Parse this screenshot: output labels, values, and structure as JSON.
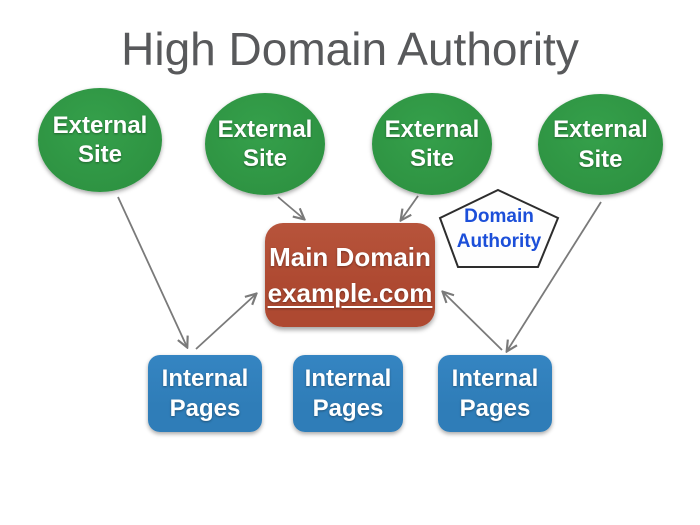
{
  "title": "High Domain Authority",
  "nodes": {
    "external_sites": [
      {
        "line1": "External",
        "line2": "Site"
      },
      {
        "line1": "External",
        "line2": "Site"
      },
      {
        "line1": "External",
        "line2": "Site"
      },
      {
        "line1": "External",
        "line2": "Site"
      }
    ],
    "main_domain": {
      "line1": "Main Domain",
      "line2": "example.com"
    },
    "domain_authority": {
      "line1": "Domain",
      "line2": "Authority"
    },
    "internal_pages": [
      {
        "line1": "Internal",
        "line2": "Pages"
      },
      {
        "line1": "Internal",
        "line2": "Pages"
      },
      {
        "line1": "Internal",
        "line2": "Pages"
      }
    ]
  },
  "connections": [
    {
      "from": "external-site-1",
      "to": "internal-pages-1"
    },
    {
      "from": "external-site-2",
      "to": "main-domain"
    },
    {
      "from": "external-site-3",
      "to": "main-domain"
    },
    {
      "from": "external-site-4",
      "to": "internal-pages-3"
    },
    {
      "from": "internal-pages-1",
      "to": "main-domain"
    },
    {
      "from": "internal-pages-3",
      "to": "main-domain"
    }
  ],
  "colors": {
    "green": "#2e9342",
    "green_light": "#35a04b",
    "red": "#ae4931",
    "red_light": "#b7543b",
    "blue": "#2f7db8",
    "blue_light": "#3585c2",
    "title": "#58595b",
    "pentagon_text": "#1c4fd9",
    "arrow": "#7a7a7a"
  }
}
